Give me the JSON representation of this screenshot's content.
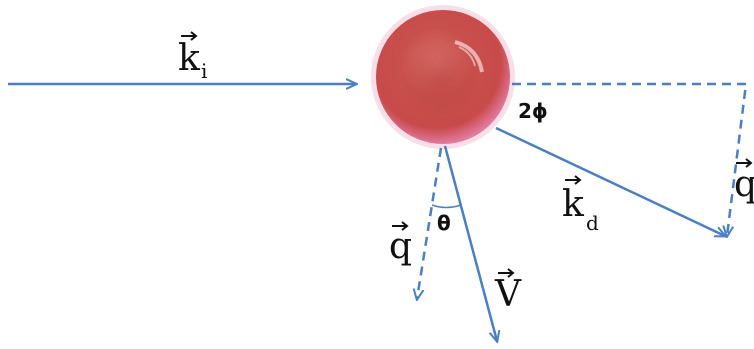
{
  "diagram": {
    "labels": {
      "k_incident": {
        "symbol": "k",
        "subscript": "i"
      },
      "k_scattered": {
        "symbol": "k",
        "subscript": "d"
      },
      "q_right": {
        "symbol": "q"
      },
      "q_bottom": {
        "symbol": "q"
      },
      "velocity": {
        "symbol": "V"
      },
      "scattering_angle": "2ϕ",
      "velocity_angle": "θ"
    },
    "colors": {
      "arrow": "#4a7fc1",
      "cell": "#c84a4a",
      "text": "#111111"
    },
    "icons": {
      "particle": "red-blood-cell-icon"
    }
  }
}
